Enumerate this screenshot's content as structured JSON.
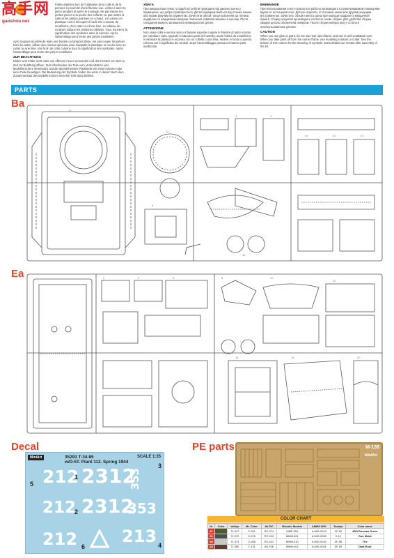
{
  "logo": {
    "title": "高手网",
    "url": "gaoshou.net"
  },
  "warnings": {
    "fr_intro": "Faites attention lors de l'utilisation de la colle et de la peinture à proximité d'une flamme nue, veillez à aérer la pièce pendant et après le montage. Ne pas laisser les petites pièces à la portée des enfants, ne pas mettre la colle et les parties pointues en contact. Les pièces en plastique sont à découper à l'aide d'un couteau de modélisme, d'un cutter ou d'une lime. Le tableau de couleurs indique les peintures utilisées. Vous trouverez la signification des symboles dans la colonne. Après l'assemblage peut rester des pièces inutilisées.",
    "fr_more": "Ayez toujours à portée de main une bombe ou tampons d'eau. Ne pas couper les pièces hors du cadre, utiliser des ciseaux spéciaux pour maquette le plastique en excès avec un cutter ou une lime. Voir la fin de cette colonne pour la signification des symboles. Après l'assemblage peut rester des pièces inutilisées.",
    "de_title": "ZUR BEACHTUNG",
    "de_text": "Kleber und Farbe nicht nahe von offenem Feuer verwenden und das Fenster von Zeit zu Zeit zur Belüftung öffnen. Zum Abscheiden der Teile vom Verbundstück eine Modellierschere verwenden und die überstehenden Plastikteile mit einem Messer oder einer Feile beseitigen. Die Bedeutung der Symbole finden Sie unter in dieser Nach dem Zusammenbau des Modells können einzelne Teile übrig bleiben.",
    "ua_title": "УВАГА",
    "ua_text": "При використанні клею та фарб всі роботи проводити від джерел вогню у приміщенні, що добре провітрюється. Деталі відокремлюються від літника ножем або іншим ріжучим інструментом. Зачистити облой і місця кріплення до літника надфілем та наждачним папером. Значення символів вказано в колонці. Після складання можуть залишитися невикористані деталі.",
    "it_title": "ATTENZIONE",
    "it_text": "Non usare colla e vernice vicino a fiamme esposte e aprire le finestre di tanto in tanto per cambiare l'aria. Quando si staccano parti del castello, usare forbici da modellismo e eliminare la plastica in eccesso con un coltello o una lima. Vedere in fondo a questa colonna per il significato dei simboli. Dopo l'assemblaggio possono rimanere parti inutilizzate.",
    "ru_title": "ВНИМАНИЕ",
    "ru_text": "При использовании клея и красок все работы производить в проветриваемом помещении вдали от источников огня. Детали отделять от литника ножом или другим режущим инструментом. Зачистить облой и места среза при помощи надфиля и наждачной бумаги. Сборку моделей производить согласно схеме сборки. Для удобства сборки каждая деталь обозначена номером. После сборки набора могут остаться неиспользованные детали.",
    "en_title": "CAUTION",
    "en_text": "When you use glue or paint, do not use near open flame, and use in well ventilated room. When you take parts off from the runner frame, use modeling scissors or cutter. See the bottom of this column for the meaning of symbols. Extra details can remain after assembly of the kit."
  },
  "parts": {
    "header": "PARTS"
  },
  "sections": {
    "ba": "Ba",
    "ea": "Ea",
    "decal": "Decal",
    "pe": "PE parts"
  },
  "decal": {
    "brand": "MiniArt",
    "title_line1": "35293 T-34-85",
    "title_line2": "w/D-5T. Plant 112. Spring 1944",
    "scale": "SCALE 1:35",
    "numbers": [
      "212",
      "2312",
      "353",
      "212",
      "2312",
      "353",
      "212",
      "213"
    ],
    "markers": [
      "1",
      "2",
      "3",
      "4",
      "5",
      "6"
    ]
  },
  "pe": {
    "code": "M-138",
    "brand": "MiniArt"
  },
  "color_chart": {
    "title": "COLOR CHART",
    "columns": [
      "№",
      "Color",
      "Vallejo",
      "Mr. Color",
      "AK RC",
      "Mission Models",
      "AMMO MIG",
      "Tamiya",
      "Color name"
    ],
    "rows": [
      {
        "n": "01",
        "swatch": "#4e5a2c",
        "vallejo": "71.017",
        "mr": "C-511",
        "akrc": "RC-074",
        "mission": "MMP-051",
        "ammo": "A.MIG-0019",
        "tamiya": "XF-62",
        "name": "4BO Russian Green"
      },
      {
        "n": "02",
        "swatch": "#4a4d52",
        "vallejo": "71.072",
        "mr": "C-078",
        "akrc": "RC-019",
        "mission": "MMM-001",
        "ammo": "A.MIG-0045",
        "tamiya": "X-10",
        "name": "Gun Metal"
      },
      {
        "n": "03",
        "swatch": "#c7c8c2",
        "vallejo": "71.073",
        "mr": "C-008",
        "akrc": "RC-022",
        "mission": "MMM-010",
        "ammo": "A.MIG-0042",
        "tamiya": "XF-56",
        "name": "Tire"
      },
      {
        "n": "04",
        "swatch": "#5a3d2c",
        "vallejo": "71.080",
        "mr": "C-131",
        "akrc": "AK-708",
        "mission": "MMM-001",
        "ammo": "A.MIG-0041",
        "tamiya": "XF-09",
        "name": "Dark Rust"
      }
    ]
  }
}
